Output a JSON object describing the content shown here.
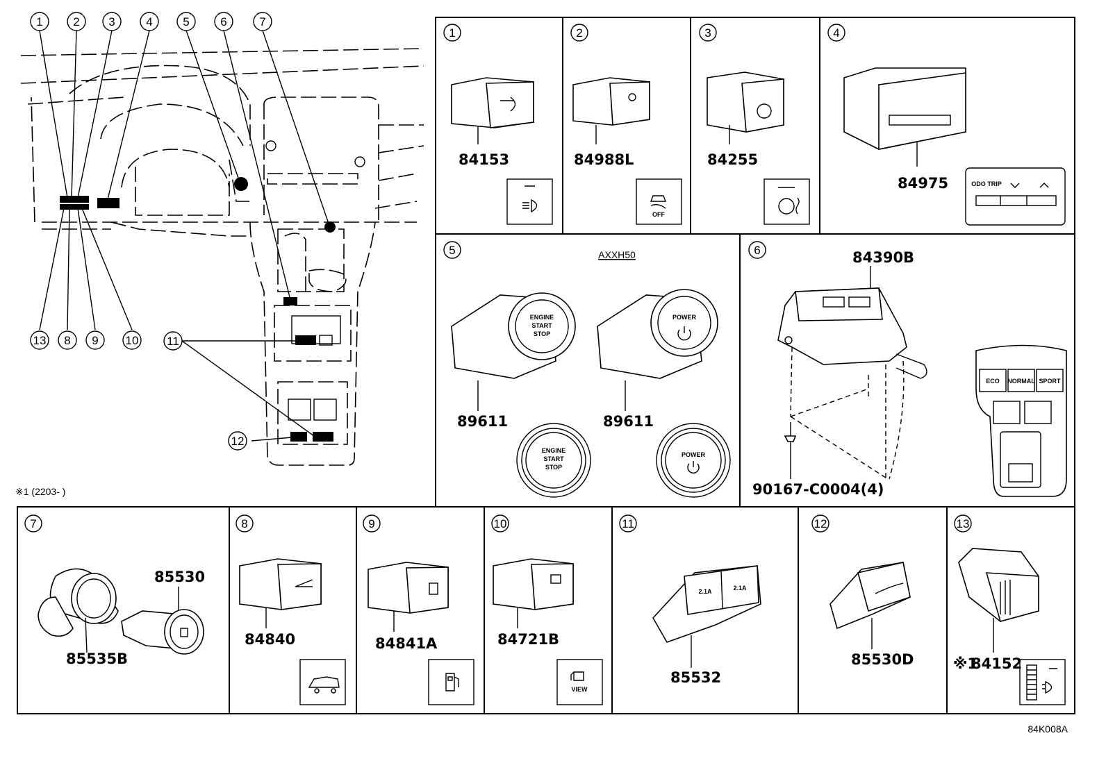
{
  "callouts": [
    "1",
    "2",
    "3",
    "4",
    "5",
    "6",
    "7",
    "8",
    "9",
    "10",
    "11",
    "12",
    "13"
  ],
  "overview": {
    "note": "※1 (2203-          )"
  },
  "panels": {
    "p1": {
      "num": "1",
      "part": "84153"
    },
    "p2": {
      "num": "2",
      "part": "84988L",
      "icon_text": "OFF"
    },
    "p3": {
      "num": "3",
      "part": "84255"
    },
    "p4": {
      "num": "4",
      "part": "84975",
      "odo_label": "ODO\nTRIP"
    },
    "p5": {
      "num": "5",
      "model": "AXXH50",
      "part_a": "89611",
      "part_b": "89611",
      "btn_a_line1": "ENGINE",
      "btn_a_line2": "START",
      "btn_a_line3": "STOP",
      "btn_b": "POWER"
    },
    "p6": {
      "num": "6",
      "part": "84390B",
      "bolt": "90167-C0004(4)",
      "mode_eco": "ECO",
      "mode_normal": "NORMAL",
      "mode_sport": "SPORT"
    },
    "p7": {
      "num": "7",
      "part_a": "85530",
      "part_b": "85535B"
    },
    "p8": {
      "num": "8",
      "part": "84840"
    },
    "p9": {
      "num": "9",
      "part": "84841A"
    },
    "p10": {
      "num": "10",
      "part": "84721B",
      "icon_text": "VIEW"
    },
    "p11": {
      "num": "11",
      "part": "85532",
      "usb_label": "2.1A"
    },
    "p12": {
      "num": "12",
      "part": "85530D"
    },
    "p13": {
      "num": "13",
      "part": "84152",
      "prefix": "※1"
    }
  },
  "figure_code": "84K008A"
}
